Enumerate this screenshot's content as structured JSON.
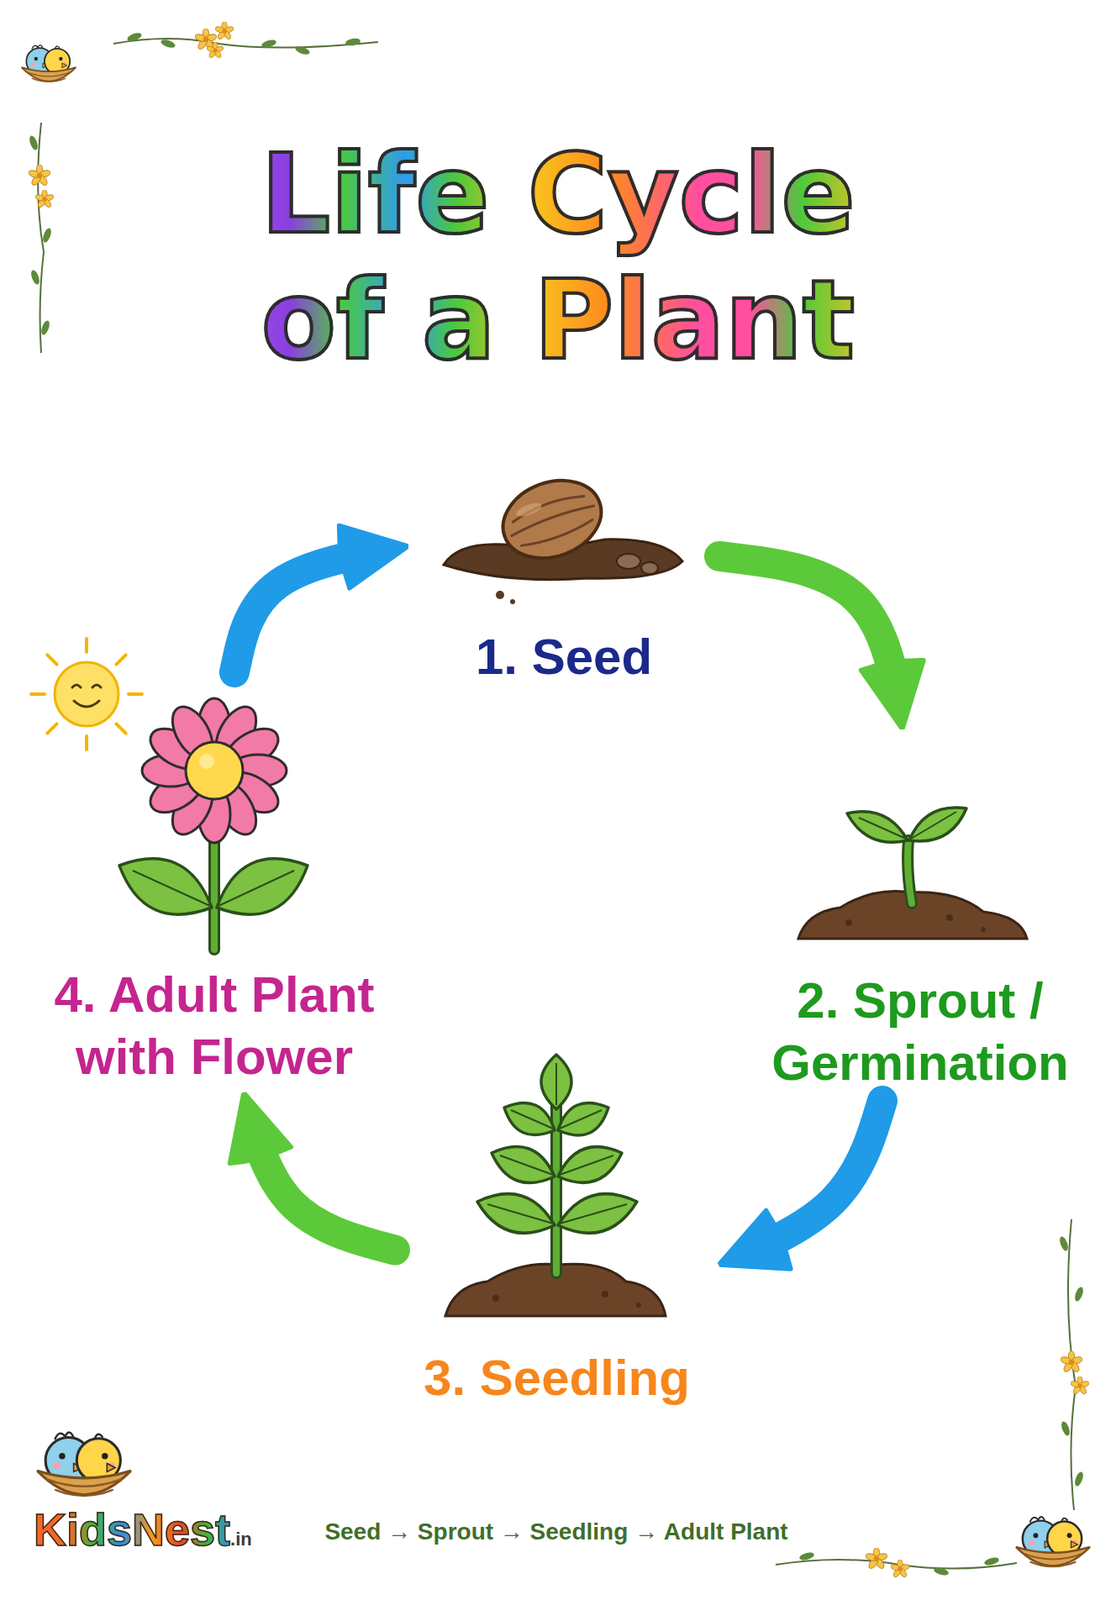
{
  "diagram": {
    "title": "Life Cycle of a Plant",
    "caption": "Seed → Sprout → Seedling → Adult Plant",
    "nodes": [
      {
        "text": [
          "1. Seed"
        ]
      },
      {
        "text": [
          "2. Sprout / Germination"
        ]
      },
      {
        "text": [
          "3. Seedling"
        ]
      },
      {
        "text": [
          "4. Adult Plant with Flower"
        ]
      }
    ],
    "edges": [
      {
        "from": 0,
        "to": 1,
        "arrow": "to"
      },
      {
        "from": 1,
        "to": 2,
        "arrow": "to"
      },
      {
        "from": 2,
        "to": 3,
        "arrow": "to"
      },
      {
        "from": 3,
        "to": 0,
        "arrow": "to"
      }
    ],
    "labels": [
      "KidsNest",
      ".in"
    ]
  }
}
